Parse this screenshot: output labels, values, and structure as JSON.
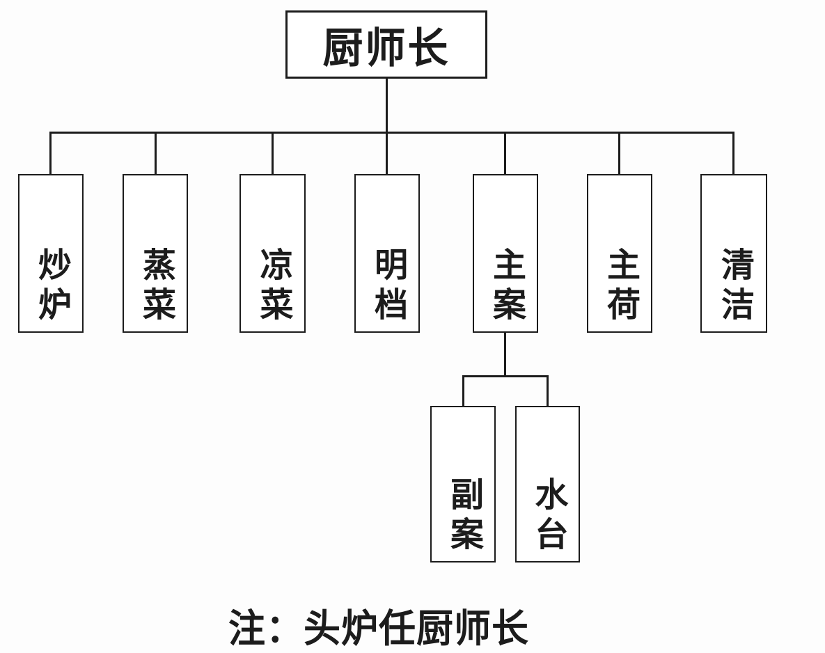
{
  "theme": {
    "ink": "#1c1c1c",
    "paper": "#fdfdfd"
  },
  "org_chart": {
    "type": "organization-tree",
    "root": {
      "label": "厨师长"
    },
    "departments": [
      {
        "label": "炒炉"
      },
      {
        "label": "蒸菜"
      },
      {
        "label": "凉菜"
      },
      {
        "label": "明档"
      },
      {
        "label": "主案"
      },
      {
        "label": "主荷"
      },
      {
        "label": "清洁"
      }
    ],
    "sub_departments": [
      {
        "label": "副案",
        "parent": "主案"
      },
      {
        "label": "水台",
        "parent": "主案"
      }
    ],
    "note": "注：头炉任厨师长"
  }
}
